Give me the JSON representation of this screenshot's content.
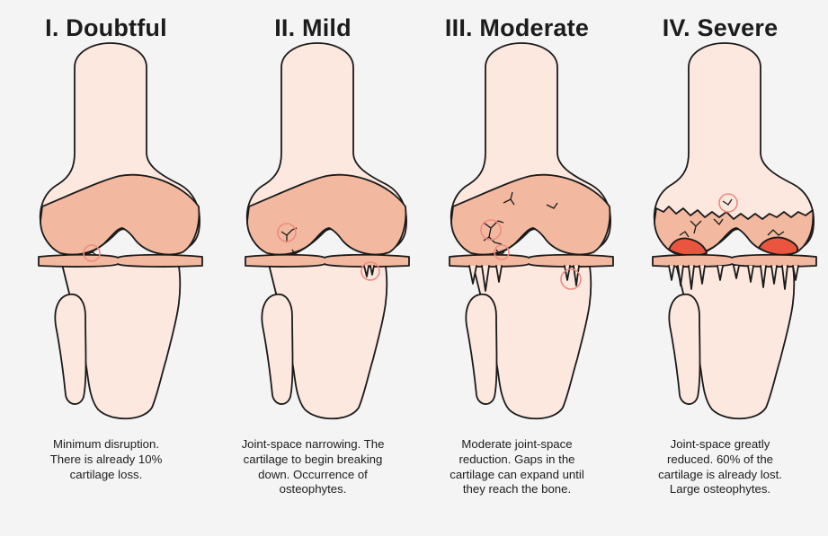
{
  "colors": {
    "background": "#f4f4f4",
    "bone": "#fde8df",
    "cartilage": "#f2b9a0",
    "outline": "#1a1a1a",
    "damage": "#e9553f",
    "marker": "#ef8a82"
  },
  "stages": [
    {
      "id": "doubtful",
      "title": "I. Doubtful",
      "description_lines": [
        "Minimum disruption.",
        "There is already 10%",
        "cartilage loss."
      ]
    },
    {
      "id": "mild",
      "title": "II. Mild",
      "description_lines": [
        "Joint-space narrowing. The",
        "cartilage to begin breaking",
        "down. Occurrence of",
        "osteophytes."
      ]
    },
    {
      "id": "moderate",
      "title": "III. Moderate",
      "description_lines": [
        "Moderate joint-space",
        "reduction. Gaps in the",
        "cartilage can expand until",
        "they reach the bone."
      ]
    },
    {
      "id": "severe",
      "title": "IV. Severe",
      "description_lines": [
        "Joint-space greatly",
        "reduced. 60% of the",
        "cartilage is already lost.",
        "Large osteophytes."
      ]
    }
  ]
}
